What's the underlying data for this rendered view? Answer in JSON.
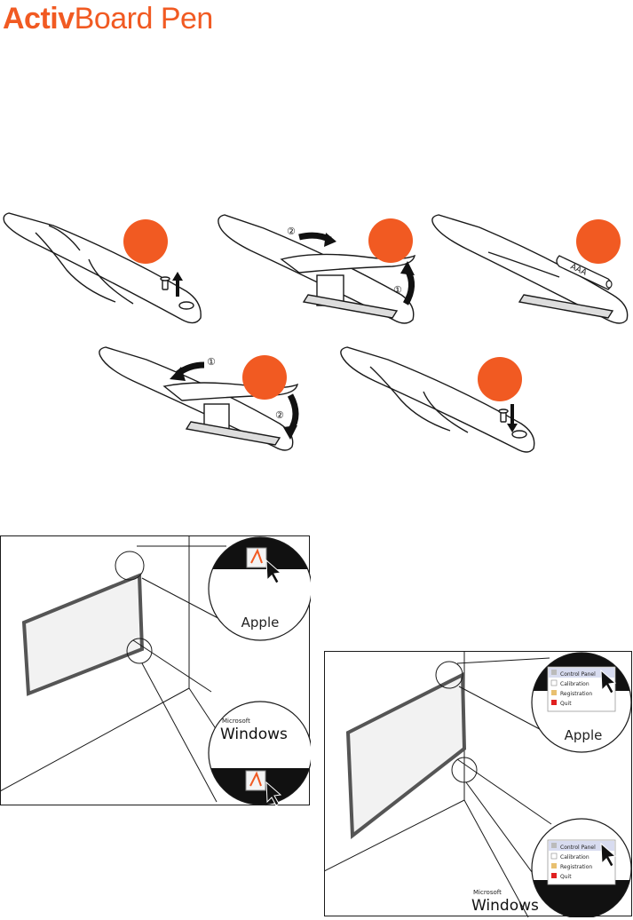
{
  "header": {
    "title_bold": "Activ",
    "title_rest": "Board Pen"
  },
  "steps": {
    "battery_label": "AAA",
    "arrow_order_first": "①",
    "arrow_order_second": "②"
  },
  "panels": {
    "apple_label": "Apple",
    "windows_brand_small": "Microsoft",
    "windows_brand_large": "Windows",
    "menu_items": [
      "Control Panel",
      "Calibration",
      "Registration",
      "Quit"
    ]
  },
  "colors": {
    "accent": "#f15a22",
    "line": "#1a1a1a"
  }
}
